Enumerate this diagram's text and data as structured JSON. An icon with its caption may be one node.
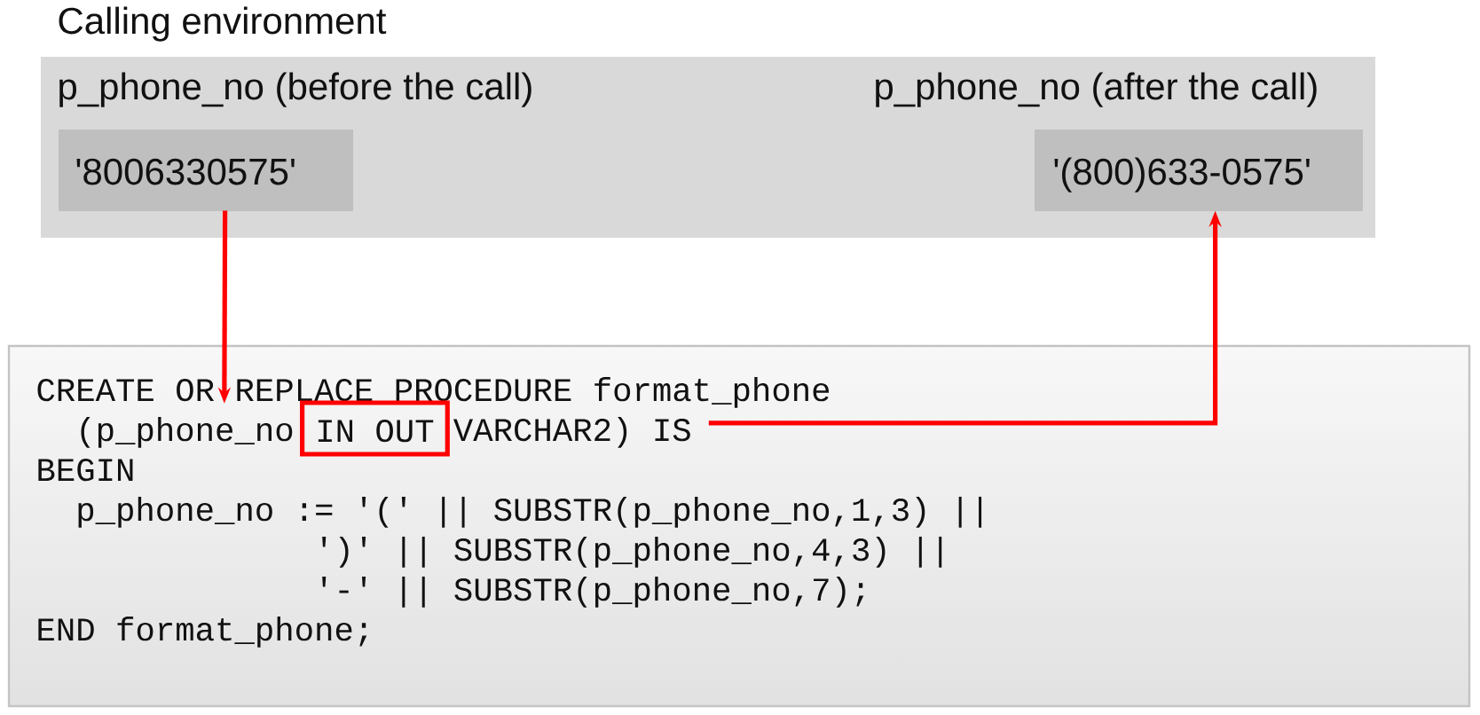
{
  "diagram": {
    "nodes": [
      {
        "text": [
          "Calling environment"
        ]
      },
      {
        "text": [
          "p_phone_no (before the call)",
          "'8006330575'"
        ],
        "in": 0
      },
      {
        "text": [
          "p_phone_no (after the call)",
          "'(800)633-0575'"
        ],
        "in": 0
      },
      {
        "text": [
          "CREATE OR REPLACE PROCEDURE format_phone",
          "(p_phone_no",
          "VARCHAR2) IS",
          "BEGIN",
          "p_phone_no := '(' || SUBSTR(p_phone_no,1,3) ||",
          "')' || SUBSTR(p_phone_no,4,3) ||",
          "'-' || SUBSTR(p_phone_no,7);",
          "END format_phone;"
        ]
      },
      {
        "text": [
          "IN OUT"
        ],
        "in": 3
      }
    ],
    "edges": [
      {
        "from": 1,
        "to": 3,
        "arrow": "to"
      },
      {
        "from": 3,
        "to": 2,
        "arrow": "to"
      }
    ]
  }
}
